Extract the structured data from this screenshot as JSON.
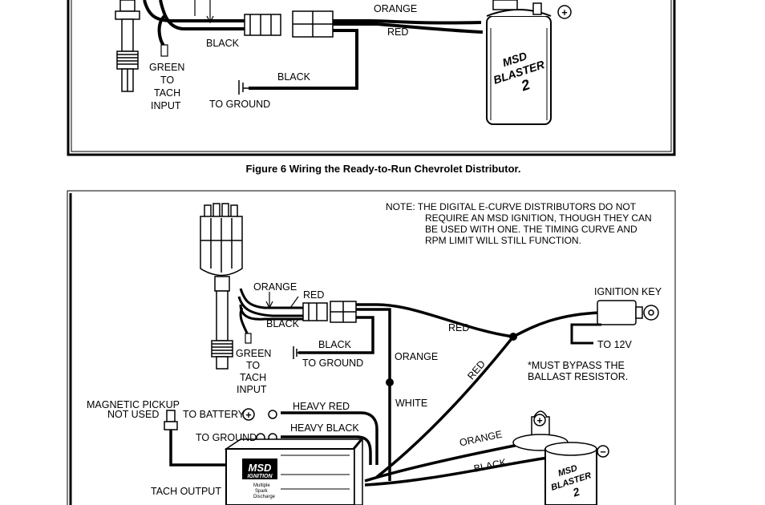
{
  "figure6": {
    "caption": "Figure 6  Wiring the Ready-to-Run Chevrolet Distributor.",
    "labels": {
      "orange": "ORANGE",
      "red": "RED",
      "black_top": "BLACK",
      "black_ground": "BLACK",
      "green": "GREEN",
      "to": "TO",
      "tach": "TACH",
      "input": "INPUT",
      "to_ground": "TO GROUND"
    },
    "coil": {
      "brand": "MSD",
      "model": "BLASTER",
      "number": "2",
      "plus": "+"
    }
  },
  "figure7": {
    "note": {
      "line1": "NOTE:  THE  DIGITAL  E-CURVE  DISTRIBUTORS  DO  NOT",
      "line2": "REQUIRE  AN  MSD  IGNITION,  THOUGH  THEY  CAN",
      "line3": "BE  USED  WITH  ONE.  THE  TIMING  CURVE  AND",
      "line4": "RPM  LIMIT  WILL  STILL  FUNCTION."
    },
    "labels": {
      "orange_dist": "ORANGE",
      "red_dist": "RED",
      "black_dist": "BLACK",
      "green": "GREEN",
      "to": "TO",
      "tach": "TACH",
      "input": "INPUT",
      "black_ground": "BLACK",
      "to_ground_dist": "TO GROUND",
      "red_key": "RED",
      "orange_vertical": "ORANGE",
      "red_diag": "RED",
      "white": "WHITE",
      "ignition_key": "IGNITION KEY",
      "to_12v": "TO 12V",
      "bypass1": "*MUST BYPASS THE",
      "bypass2": "BALLAST RESISTOR.",
      "magnetic1": "MAGNETIC PICKUP",
      "magnetic2": "NOT USED",
      "to_battery": "TO BATTERY",
      "heavy_red": "HEAVY RED",
      "to_ground_box": "TO GROUND",
      "heavy_black": "HEAVY BLACK",
      "orange_coil": "ORANGE",
      "black_coil": "BLACK",
      "tach_output": "TACH OUTPUT"
    },
    "box": {
      "brand1": "MSD",
      "brand2": "IGNITION",
      "desc1": "Multiple",
      "desc2": "Spark",
      "desc3": "Discharge"
    },
    "coil": {
      "brand": "MSD",
      "model": "BLASTER",
      "number": "2",
      "plus": "+",
      "minus": "−"
    }
  }
}
